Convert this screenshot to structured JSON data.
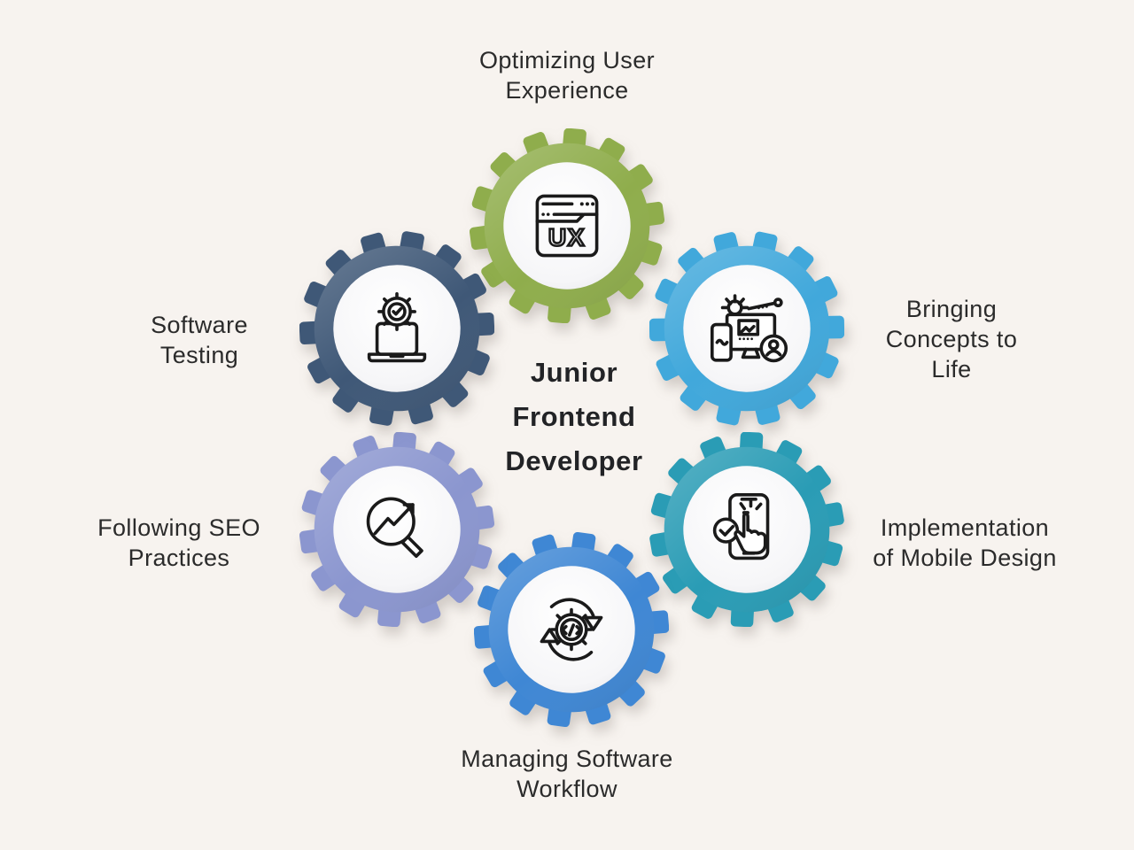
{
  "title": {
    "text": "Junior\nFrontend\nDeveloper"
  },
  "colors": {
    "background": "#f7f3ef",
    "label_text": "#2b2b2b",
    "title_text": "#222326"
  },
  "segments": [
    {
      "name": "optimizing-user-experience",
      "label": "Optimizing User\nExperience",
      "icon": "ux-browser-icon",
      "color": "#8fad4c"
    },
    {
      "name": "bringing-concepts-to-life",
      "label": "Bringing\nConcepts to\nLife",
      "icon": "design-workstation-icon",
      "color": "#41a8db"
    },
    {
      "name": "implementation-of-mobile-design",
      "label": "Implementation\nof Mobile Design",
      "icon": "mobile-tap-icon",
      "color": "#2a9cb5"
    },
    {
      "name": "managing-software-workflow",
      "label": "Managing Software\nWorkflow",
      "icon": "gear-cycle-icon",
      "color": "#3f87d4"
    },
    {
      "name": "following-seo-practices",
      "label": "Following SEO\nPractices",
      "icon": "seo-magnifier-icon",
      "color": "#8b96cf"
    },
    {
      "name": "software-testing",
      "label": "Software\nTesting",
      "icon": "laptop-gear-icon",
      "color": "#3f5877"
    }
  ]
}
